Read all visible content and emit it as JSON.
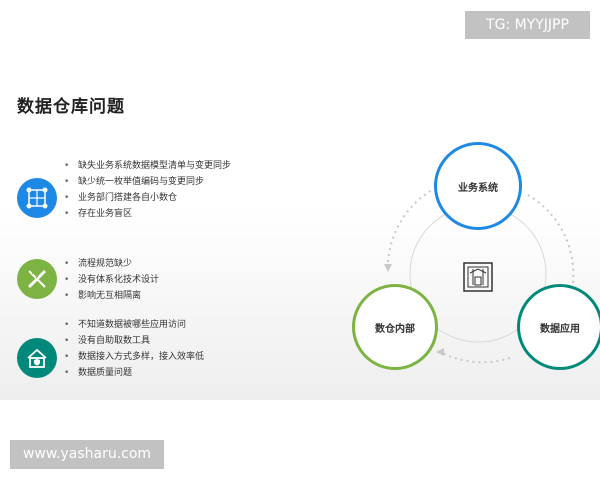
{
  "watermark_top": "TG: MYYJJPP",
  "watermark_bottom": "www.yasharu.com",
  "title": "数据仓库问题",
  "groups": [
    {
      "color": "#1e88e5",
      "icon": "connection-nodes-icon",
      "items": [
        "缺失业务系统数据模型清单与变更同步",
        "缺少统一枚举值编码与变更同步",
        "业务部门搭建各自小数仓",
        "存在业务盲区"
      ]
    },
    {
      "color": "#7cb342",
      "icon": "pencil-ruler-icon",
      "items": [
        "流程规范缺少",
        "没有体系化技术设计",
        "影响无互相隔离"
      ]
    },
    {
      "color": "#00897b",
      "icon": "house-shield-icon",
      "items": [
        "不知道数据被哪些应用访问",
        "没有自助取数工具",
        "数据接入方式多样，接入效率低",
        "数据质量问题"
      ]
    }
  ],
  "cycle": {
    "top": "业务系统",
    "left": "数仓内部",
    "right": "数据应用",
    "top_color": "#1e88e5",
    "left_color": "#7cb342",
    "right_color": "#00897b",
    "center_icon": "warehouse-icon"
  }
}
